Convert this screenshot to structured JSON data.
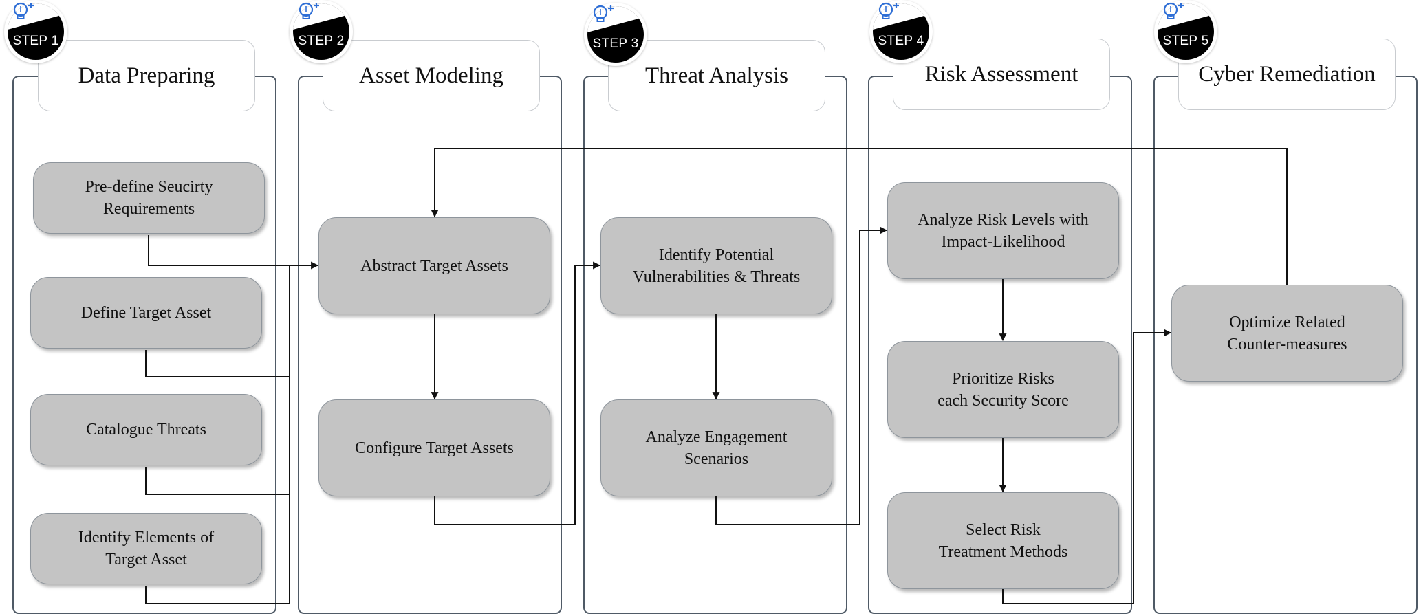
{
  "steps": [
    {
      "badge": "STEP 1",
      "title": "Data Preparing"
    },
    {
      "badge": "STEP 2",
      "title": "Asset Modeling"
    },
    {
      "badge": "STEP 3",
      "title": "Threat Analysis"
    },
    {
      "badge": "STEP 4",
      "title": "Risk Assessment"
    },
    {
      "badge": "STEP 5",
      "title": "Cyber Remediation"
    }
  ],
  "boxes": {
    "predefine": "Pre-define Seucirty\nRequirements",
    "define_target": "Define Target Asset",
    "catalogue": "Catalogue Threats",
    "identify_elements": "Identify Elements of\nTarget Asset",
    "abstract": "Abstract Target Assets",
    "configure": "Configure Target Assets",
    "identify_vuln": "Identify Potential\nVulnerabilities & Threats",
    "engagement": "Analyze Engagement\nScenarios",
    "risk_levels": "Analyze Risk Levels with\nImpact-Likelihood",
    "prioritize": "Prioritize Risks\neach Security Score",
    "select_risk": "Select Risk\nTreatment Methods",
    "optimize": "Optimize Related\nCounter-measures"
  },
  "colors": {
    "box_fill": "#c4c4c4",
    "column_border": "#4f5a66",
    "badge_fill": "#000000",
    "icon_accent": "#2f6fd6"
  },
  "icons": [
    "lightbulb-plus-icon"
  ]
}
